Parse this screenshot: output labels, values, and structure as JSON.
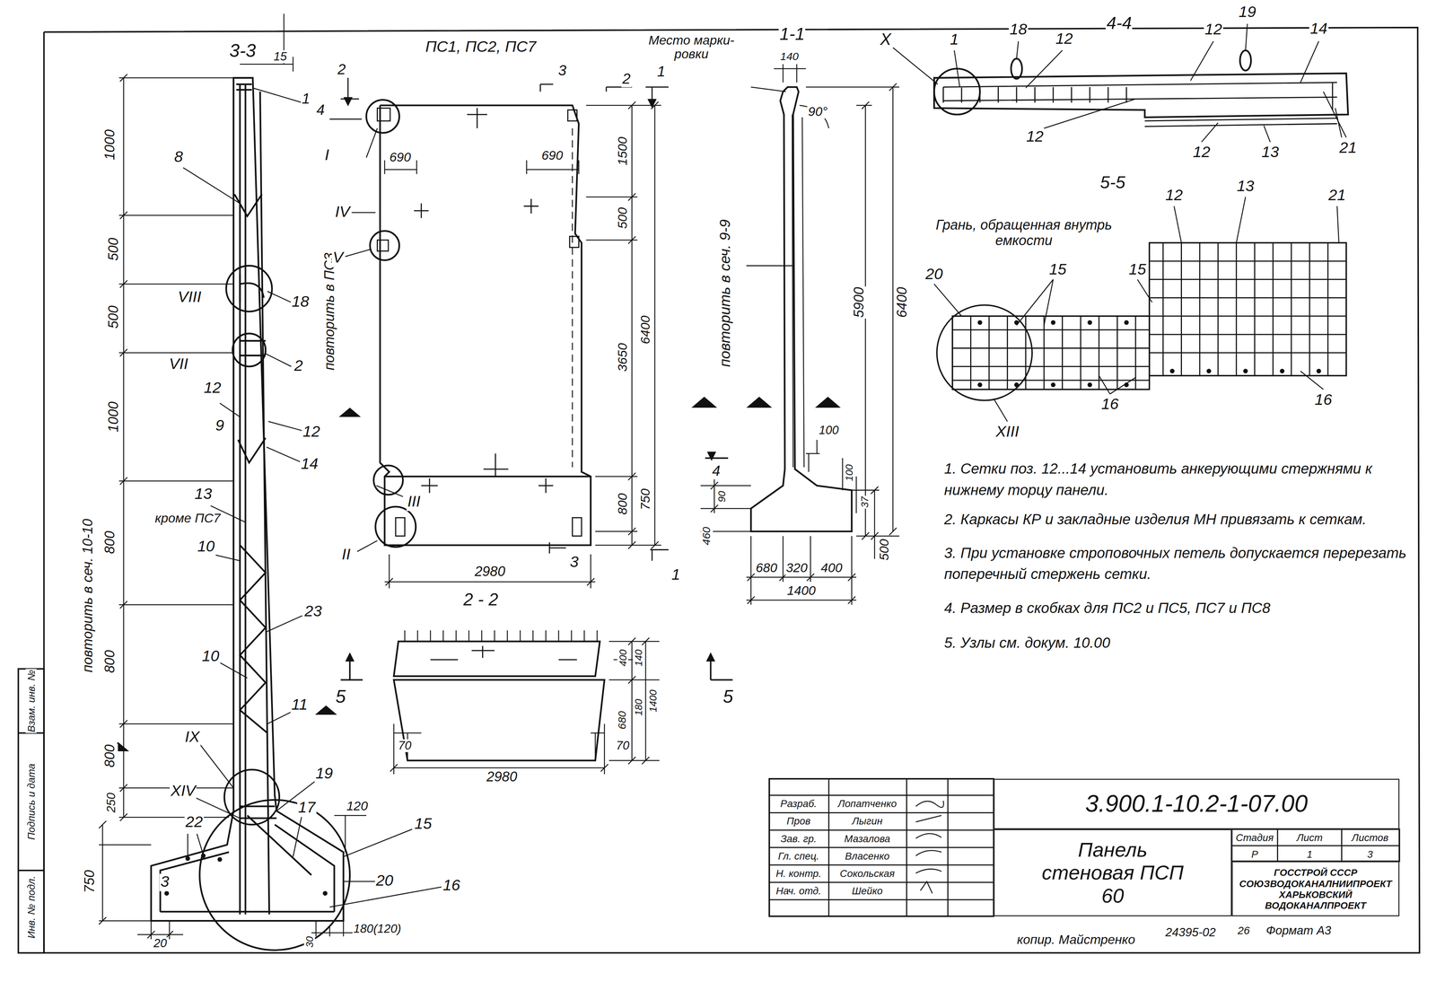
{
  "diagram": {
    "nodes": [
      {
        "text": [
          "3.900.1-10.2-1-07.00"
        ]
      },
      {
        "text": [
          "Панель стеновая ПСП 60"
        ]
      },
      {
        "text": [
          "ГОССТРОЙ СССР СОЮЗВОДОКАНАЛНИИПРОЕКТ ХАРЬКОВСКИЙ ВОДОКАНАЛПРОЕКТ"
        ]
      }
    ],
    "labels": [
      "3-3",
      "15",
      "1",
      "1000",
      "8",
      "500",
      "500",
      "VIII",
      "18",
      "VII",
      "2",
      "12",
      "1000",
      "12",
      "9",
      "14",
      "13",
      "кроме ПС7",
      "800",
      "10",
      "повторить в сеч. 10-10",
      "800",
      "23",
      "10",
      "800",
      "11",
      "IX",
      "250",
      "XIV",
      "19",
      "17",
      "120",
      "15",
      "22",
      "750",
      "3",
      "20",
      "16",
      "20",
      "30",
      "180(120)",
      "повторить в ПС3",
      "ПС1, ПС2, ПС7",
      "2",
      "4",
      "3",
      "2",
      "1",
      "I",
      "690",
      "690",
      "IV",
      "V",
      "III",
      "II",
      "1500",
      "500",
      "3650",
      "6400",
      "800",
      "750",
      "2980",
      "3",
      "1",
      "2 - 2",
      "5",
      "5",
      "400",
      "140",
      "180",
      "1400",
      "680",
      "70",
      "70",
      "2980",
      "Место марки- ровки",
      "1-1",
      "140",
      "90°",
      "повторить в сеч. 9-9",
      "5900",
      "6400",
      "4",
      "100",
      "100",
      "37",
      "460",
      "90",
      "500",
      "680",
      "320",
      "400",
      "1400",
      "X",
      "1",
      "18",
      "12",
      "4-4",
      "12",
      "19",
      "14",
      "12",
      "12",
      "13",
      "21",
      "5-5",
      "12",
      "13",
      "21",
      "Грань, обращенная внутрь емкости",
      "20",
      "15",
      "15",
      "16",
      "16",
      "XIII",
      "1. Сетки поз. 12...14 установить анкерующими стержнями к нижнему торцу панели.",
      "2. Каркасы КР и закладные изделия МН привязать к сеткам.",
      "3. При установке строповочных петель допускается перерезать поперечный стержень сетки.",
      "4. Размер в скобках для ПС2 и ПС5, ПС7 и ПС8",
      "5. Узлы см. докум. 10.00",
      "Разраб.",
      "Лопатченко",
      "Пров",
      "Лыгин",
      "Зав. гр.",
      "Мазалова",
      "Гл. спец.",
      "Власенко",
      "Н. контр.",
      "Сокольская",
      "Нач. отд.",
      "Шейко",
      "Стадия",
      "Лист",
      "Листов",
      "Р",
      "1",
      "3",
      "копир. Майстренко",
      "24395-02",
      "26",
      "Формат А3",
      "Инв. № подл.",
      "Подпись и дата",
      "Взам. инв. №"
    ]
  }
}
